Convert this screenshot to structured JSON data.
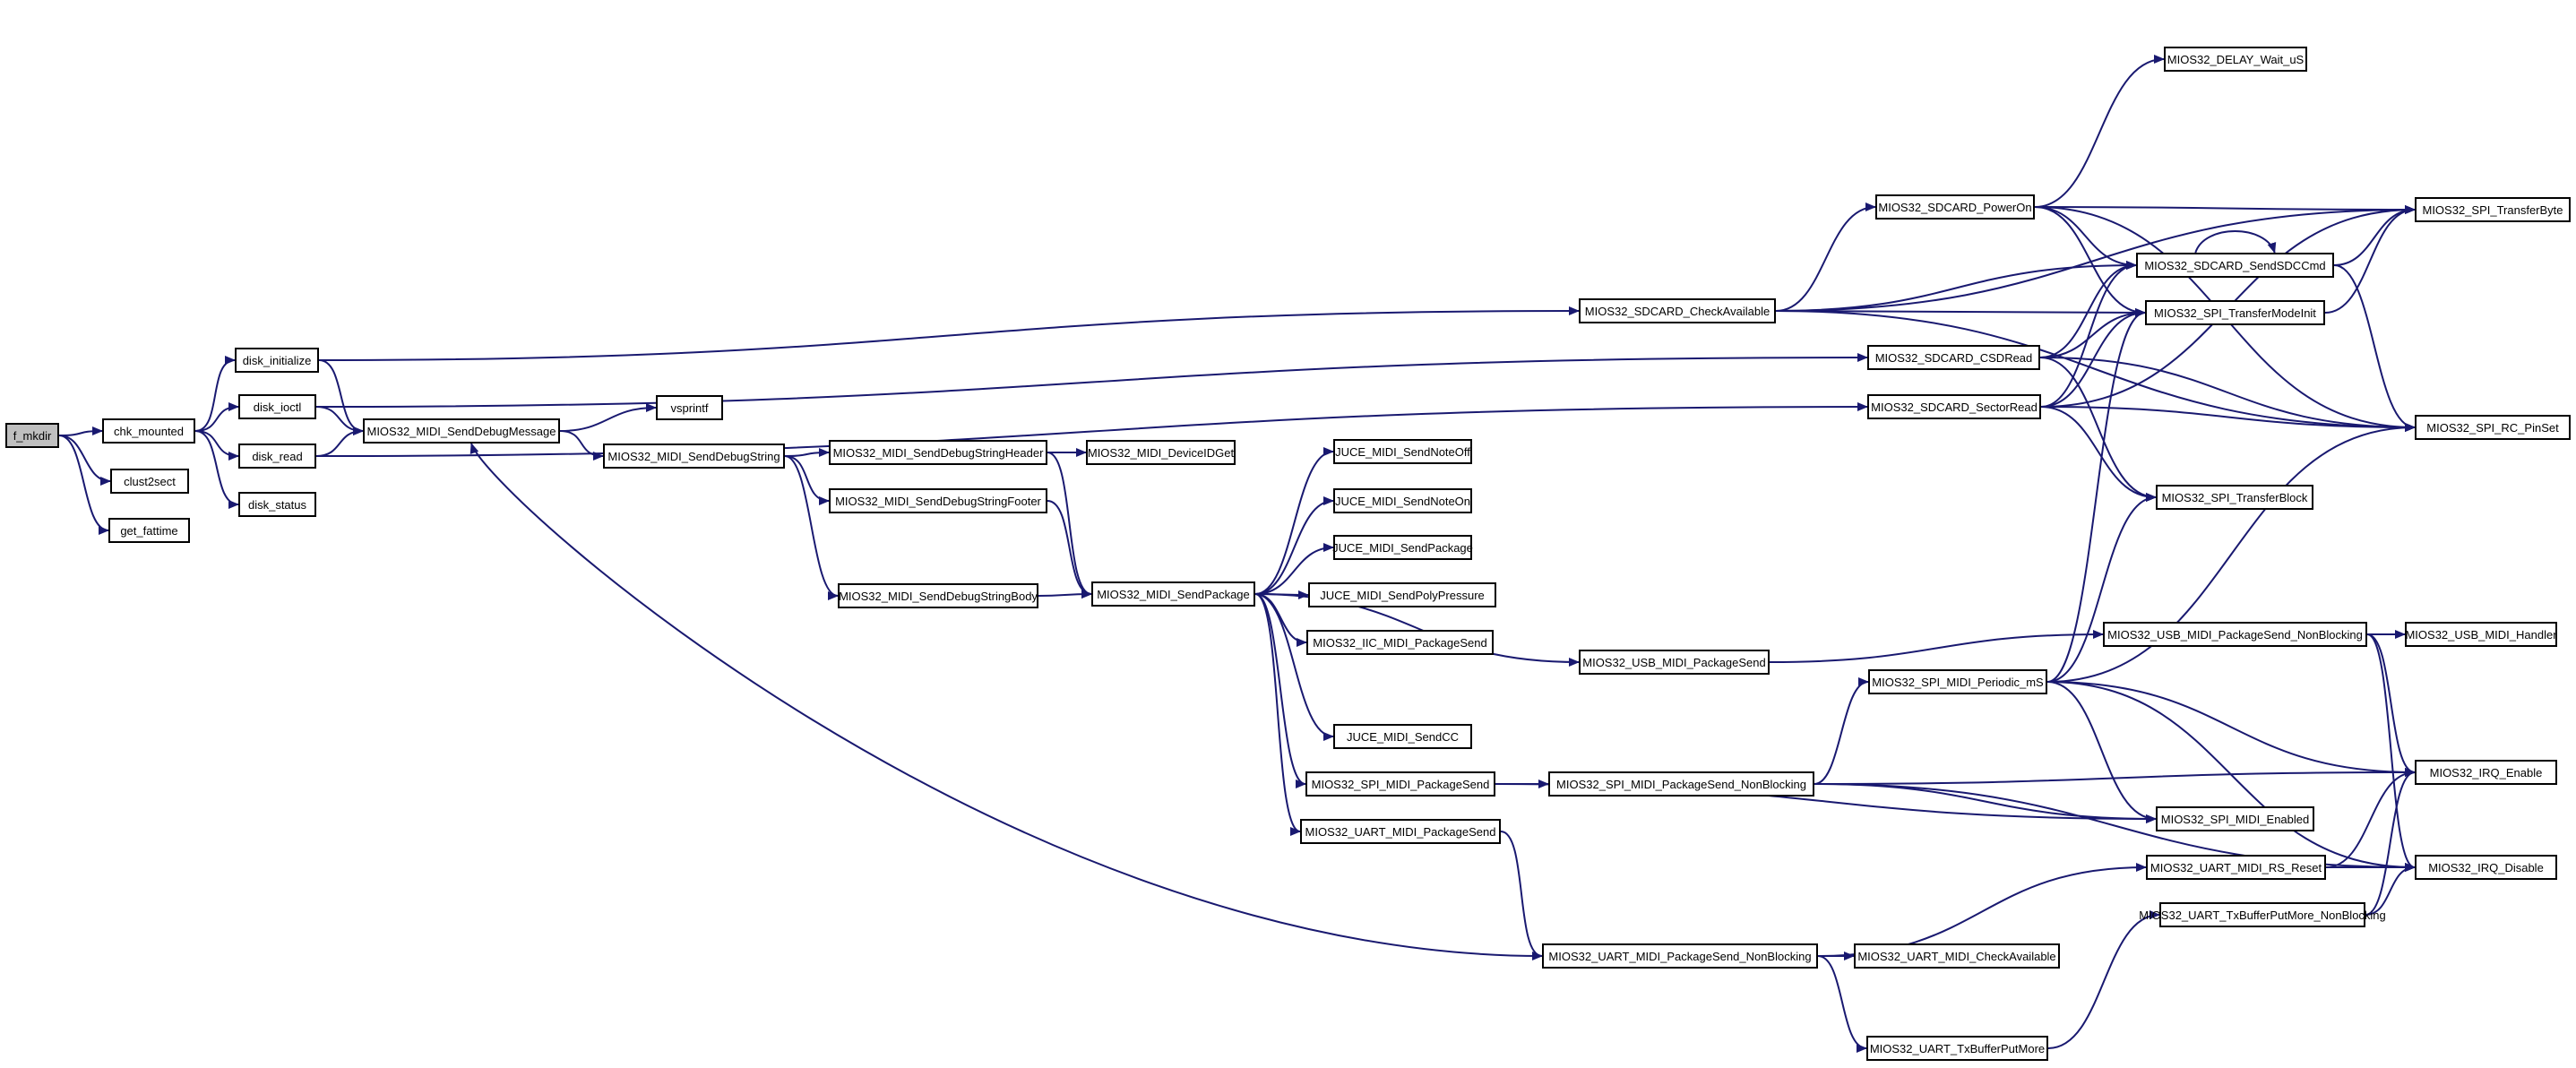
{
  "graph": {
    "nodes": [
      {
        "id": "f_mkdir",
        "label": "f_mkdir",
        "root": true
      },
      {
        "id": "chk_mounted",
        "label": "chk_mounted"
      },
      {
        "id": "clust2sect",
        "label": "clust2sect"
      },
      {
        "id": "get_fattime",
        "label": "get_fattime"
      },
      {
        "id": "disk_initialize",
        "label": "disk_initialize"
      },
      {
        "id": "disk_ioctl",
        "label": "disk_ioctl"
      },
      {
        "id": "disk_read",
        "label": "disk_read"
      },
      {
        "id": "disk_status",
        "label": "disk_status"
      },
      {
        "id": "MIOS32_MIDI_SendDebugMessage",
        "label": "MIOS32_MIDI_SendDebugMessage"
      },
      {
        "id": "vsprintf",
        "label": "vsprintf"
      },
      {
        "id": "MIOS32_MIDI_SendDebugString",
        "label": "MIOS32_MIDI_SendDebugString"
      },
      {
        "id": "MIOS32_MIDI_SendDebugStringHeader",
        "label": "MIOS32_MIDI_SendDebugStringHeader"
      },
      {
        "id": "MIOS32_MIDI_SendDebugStringFooter",
        "label": "MIOS32_MIDI_SendDebugStringFooter"
      },
      {
        "id": "MIOS32_MIDI_SendDebugStringBody",
        "label": "MIOS32_MIDI_SendDebugStringBody"
      },
      {
        "id": "MIOS32_MIDI_DeviceIDGet",
        "label": "MIOS32_MIDI_DeviceIDGet"
      },
      {
        "id": "MIOS32_MIDI_SendPackage",
        "label": "MIOS32_MIDI_SendPackage"
      },
      {
        "id": "JUCE_MIDI_SendNoteOff",
        "label": "JUCE_MIDI_SendNoteOff"
      },
      {
        "id": "JUCE_MIDI_SendNoteOn",
        "label": "JUCE_MIDI_SendNoteOn"
      },
      {
        "id": "JUCE_MIDI_SendPackage",
        "label": "JUCE_MIDI_SendPackage"
      },
      {
        "id": "JUCE_MIDI_SendPolyPressure",
        "label": "JUCE_MIDI_SendPolyPressure"
      },
      {
        "id": "MIOS32_IIC_MIDI_PackageSend",
        "label": "MIOS32_IIC_MIDI_PackageSend"
      },
      {
        "id": "JUCE_MIDI_SendCC",
        "label": "JUCE_MIDI_SendCC"
      },
      {
        "id": "MIOS32_SPI_MIDI_PackageSend",
        "label": "MIOS32_SPI_MIDI_PackageSend"
      },
      {
        "id": "MIOS32_UART_MIDI_PackageSend",
        "label": "MIOS32_UART_MIDI_PackageSend"
      },
      {
        "id": "MIOS32_USB_MIDI_PackageSend",
        "label": "MIOS32_USB_MIDI_PackageSend"
      },
      {
        "id": "MIOS32_SDCARD_CheckAvailable",
        "label": "MIOS32_SDCARD_CheckAvailable"
      },
      {
        "id": "MIOS32_SDCARD_CSDRead",
        "label": "MIOS32_SDCARD_CSDRead"
      },
      {
        "id": "MIOS32_SDCARD_SectorRead",
        "label": "MIOS32_SDCARD_SectorRead"
      },
      {
        "id": "MIOS32_SDCARD_PowerOn",
        "label": "MIOS32_SDCARD_PowerOn"
      },
      {
        "id": "MIOS32_DELAY_Wait_uS",
        "label": "MIOS32_DELAY_Wait_uS"
      },
      {
        "id": "MIOS32_SDCARD_SendSDCCmd",
        "label": "MIOS32_SDCARD_SendSDCCmd"
      },
      {
        "id": "MIOS32_SPI_TransferModeInit",
        "label": "MIOS32_SPI_TransferModeInit"
      },
      {
        "id": "MIOS32_SPI_TransferBlock",
        "label": "MIOS32_SPI_TransferBlock"
      },
      {
        "id": "MIOS32_SPI_TransferByte",
        "label": "MIOS32_SPI_TransferByte"
      },
      {
        "id": "MIOS32_SPI_RC_PinSet",
        "label": "MIOS32_SPI_RC_PinSet"
      },
      {
        "id": "MIOS32_USB_MIDI_PackageSend_NonBlocking",
        "label": "MIOS32_USB_MIDI_PackageSend_NonBlocking"
      },
      {
        "id": "MIOS32_USB_MIDI_Handler",
        "label": "MIOS32_USB_MIDI_Handler"
      },
      {
        "id": "MIOS32_SPI_MIDI_Periodic_mS",
        "label": "MIOS32_SPI_MIDI_Periodic_mS"
      },
      {
        "id": "MIOS32_SPI_MIDI_PackageSend_NonBlocking",
        "label": "MIOS32_SPI_MIDI_PackageSend_NonBlocking"
      },
      {
        "id": "MIOS32_SPI_MIDI_Enabled",
        "label": "MIOS32_SPI_MIDI_Enabled"
      },
      {
        "id": "MIOS32_IRQ_Enable",
        "label": "MIOS32_IRQ_Enable"
      },
      {
        "id": "MIOS32_IRQ_Disable",
        "label": "MIOS32_IRQ_Disable"
      },
      {
        "id": "MIOS32_UART_MIDI_RS_Reset",
        "label": "MIOS32_UART_MIDI_RS_Reset"
      },
      {
        "id": "MIOS32_UART_TxBufferPutMore_NonBlocking",
        "label": "MIOS32_UART_TxBufferPutMore_NonBlocking"
      },
      {
        "id": "MIOS32_UART_MIDI_PackageSend_NonBlocking",
        "label": "MIOS32_UART_MIDI_PackageSend_NonBlocking"
      },
      {
        "id": "MIOS32_UART_MIDI_CheckAvailable",
        "label": "MIOS32_UART_MIDI_CheckAvailable"
      },
      {
        "id": "MIOS32_UART_TxBufferPutMore",
        "label": "MIOS32_UART_TxBufferPutMore"
      }
    ],
    "edges": [
      [
        "f_mkdir",
        "chk_mounted"
      ],
      [
        "f_mkdir",
        "clust2sect"
      ],
      [
        "f_mkdir",
        "get_fattime"
      ],
      [
        "chk_mounted",
        "disk_initialize"
      ],
      [
        "chk_mounted",
        "disk_ioctl"
      ],
      [
        "chk_mounted",
        "disk_read"
      ],
      [
        "chk_mounted",
        "disk_status"
      ],
      [
        "disk_initialize",
        "MIOS32_MIDI_SendDebugMessage"
      ],
      [
        "disk_initialize",
        "MIOS32_SDCARD_CheckAvailable"
      ],
      [
        "disk_ioctl",
        "MIOS32_MIDI_SendDebugMessage"
      ],
      [
        "disk_ioctl",
        "MIOS32_SDCARD_CSDRead"
      ],
      [
        "disk_read",
        "MIOS32_MIDI_SendDebugMessage"
      ],
      [
        "disk_read",
        "MIOS32_SDCARD_SectorRead"
      ],
      [
        "MIOS32_MIDI_SendDebugMessage",
        "vsprintf"
      ],
      [
        "MIOS32_MIDI_SendDebugMessage",
        "MIOS32_MIDI_SendDebugString"
      ],
      [
        "MIOS32_MIDI_SendDebugString",
        "MIOS32_MIDI_SendDebugStringHeader"
      ],
      [
        "MIOS32_MIDI_SendDebugString",
        "MIOS32_MIDI_SendDebugStringFooter"
      ],
      [
        "MIOS32_MIDI_SendDebugString",
        "MIOS32_MIDI_SendDebugStringBody"
      ],
      [
        "MIOS32_MIDI_SendDebugStringHeader",
        "MIOS32_MIDI_DeviceIDGet"
      ],
      [
        "MIOS32_MIDI_SendDebugStringHeader",
        "MIOS32_MIDI_SendPackage"
      ],
      [
        "MIOS32_MIDI_SendDebugStringFooter",
        "MIOS32_MIDI_SendPackage"
      ],
      [
        "MIOS32_MIDI_SendDebugStringBody",
        "MIOS32_MIDI_SendPackage"
      ],
      [
        "MIOS32_MIDI_SendPackage",
        "JUCE_MIDI_SendNoteOff"
      ],
      [
        "MIOS32_MIDI_SendPackage",
        "JUCE_MIDI_SendNoteOn"
      ],
      [
        "MIOS32_MIDI_SendPackage",
        "JUCE_MIDI_SendPackage"
      ],
      [
        "MIOS32_MIDI_SendPackage",
        "JUCE_MIDI_SendPolyPressure"
      ],
      [
        "MIOS32_MIDI_SendPackage",
        "MIOS32_IIC_MIDI_PackageSend"
      ],
      [
        "MIOS32_MIDI_SendPackage",
        "MIOS32_USB_MIDI_PackageSend"
      ],
      [
        "MIOS32_MIDI_SendPackage",
        "JUCE_MIDI_SendCC"
      ],
      [
        "MIOS32_MIDI_SendPackage",
        "MIOS32_SPI_MIDI_PackageSend"
      ],
      [
        "MIOS32_MIDI_SendPackage",
        "MIOS32_UART_MIDI_PackageSend"
      ],
      [
        "MIOS32_SDCARD_CheckAvailable",
        "MIOS32_SDCARD_PowerOn"
      ],
      [
        "MIOS32_SDCARD_CheckAvailable",
        "MIOS32_SDCARD_SendSDCCmd"
      ],
      [
        "MIOS32_SDCARD_CheckAvailable",
        "MIOS32_SPI_TransferModeInit"
      ],
      [
        "MIOS32_SDCARD_CheckAvailable",
        "MIOS32_SPI_TransferByte"
      ],
      [
        "MIOS32_SDCARD_CheckAvailable",
        "MIOS32_SPI_RC_PinSet"
      ],
      [
        "MIOS32_SDCARD_PowerOn",
        "MIOS32_DELAY_Wait_uS"
      ],
      [
        "MIOS32_SDCARD_PowerOn",
        "MIOS32_SPI_TransferByte"
      ],
      [
        "MIOS32_SDCARD_PowerOn",
        "MIOS32_SDCARD_SendSDCCmd"
      ],
      [
        "MIOS32_SDCARD_PowerOn",
        "MIOS32_SPI_TransferModeInit"
      ],
      [
        "MIOS32_SDCARD_PowerOn",
        "MIOS32_SPI_RC_PinSet"
      ],
      [
        "MIOS32_SDCARD_SendSDCCmd",
        "MIOS32_SDCARD_SendSDCCmd"
      ],
      [
        "MIOS32_SDCARD_SendSDCCmd",
        "MIOS32_SPI_TransferByte"
      ],
      [
        "MIOS32_SDCARD_SendSDCCmd",
        "MIOS32_SPI_RC_PinSet"
      ],
      [
        "MIOS32_SPI_TransferModeInit",
        "MIOS32_SPI_TransferByte"
      ],
      [
        "MIOS32_SDCARD_CSDRead",
        "MIOS32_SDCARD_SendSDCCmd"
      ],
      [
        "MIOS32_SDCARD_CSDRead",
        "MIOS32_SPI_TransferModeInit"
      ],
      [
        "MIOS32_SDCARD_CSDRead",
        "MIOS32_SPI_TransferBlock"
      ],
      [
        "MIOS32_SDCARD_CSDRead",
        "MIOS32_SPI_RC_PinSet"
      ],
      [
        "MIOS32_SDCARD_SectorRead",
        "MIOS32_SDCARD_SendSDCCmd"
      ],
      [
        "MIOS32_SDCARD_SectorRead",
        "MIOS32_SPI_TransferModeInit"
      ],
      [
        "MIOS32_SDCARD_SectorRead",
        "MIOS32_SPI_TransferBlock"
      ],
      [
        "MIOS32_SDCARD_SectorRead",
        "MIOS32_SPI_TransferByte"
      ],
      [
        "MIOS32_SDCARD_SectorRead",
        "MIOS32_SPI_RC_PinSet"
      ],
      [
        "MIOS32_USB_MIDI_PackageSend",
        "MIOS32_USB_MIDI_PackageSend_NonBlocking"
      ],
      [
        "MIOS32_USB_MIDI_PackageSend_NonBlocking",
        "MIOS32_USB_MIDI_Handler"
      ],
      [
        "MIOS32_USB_MIDI_PackageSend_NonBlocking",
        "MIOS32_IRQ_Enable"
      ],
      [
        "MIOS32_USB_MIDI_PackageSend_NonBlocking",
        "MIOS32_IRQ_Disable"
      ],
      [
        "MIOS32_SPI_MIDI_Periodic_mS",
        "MIOS32_SPI_TransferModeInit"
      ],
      [
        "MIOS32_SPI_MIDI_Periodic_mS",
        "MIOS32_SPI_TransferBlock"
      ],
      [
        "MIOS32_SPI_MIDI_Periodic_mS",
        "MIOS32_SPI_RC_PinSet"
      ],
      [
        "MIOS32_SPI_MIDI_Periodic_mS",
        "MIOS32_IRQ_Enable"
      ],
      [
        "MIOS32_SPI_MIDI_Periodic_mS",
        "MIOS32_SPI_MIDI_Enabled"
      ],
      [
        "MIOS32_SPI_MIDI_Periodic_mS",
        "MIOS32_IRQ_Disable"
      ],
      [
        "MIOS32_SPI_MIDI_PackageSend",
        "MIOS32_SPI_MIDI_PackageSend_NonBlocking"
      ],
      [
        "MIOS32_SPI_MIDI_PackageSend",
        "MIOS32_SPI_MIDI_Enabled"
      ],
      [
        "MIOS32_SPI_MIDI_PackageSend_NonBlocking",
        "MIOS32_SPI_MIDI_Periodic_mS"
      ],
      [
        "MIOS32_SPI_MIDI_PackageSend_NonBlocking",
        "MIOS32_IRQ_Enable"
      ],
      [
        "MIOS32_SPI_MIDI_PackageSend_NonBlocking",
        "MIOS32_SPI_MIDI_Enabled"
      ],
      [
        "MIOS32_SPI_MIDI_PackageSend_NonBlocking",
        "MIOS32_IRQ_Disable"
      ],
      [
        "MIOS32_UART_MIDI_PackageSend",
        "MIOS32_UART_MIDI_PackageSend_NonBlocking"
      ],
      [
        "MIOS32_UART_MIDI_PackageSend_NonBlocking",
        "MIOS32_MIDI_SendDebugMessage"
      ],
      [
        "MIOS32_UART_MIDI_PackageSend_NonBlocking",
        "MIOS32_UART_MIDI_CheckAvailable"
      ],
      [
        "MIOS32_UART_MIDI_PackageSend_NonBlocking",
        "MIOS32_UART_MIDI_RS_Reset"
      ],
      [
        "MIOS32_UART_MIDI_PackageSend_NonBlocking",
        "MIOS32_UART_TxBufferPutMore"
      ],
      [
        "MIOS32_UART_MIDI_RS_Reset",
        "MIOS32_IRQ_Enable"
      ],
      [
        "MIOS32_UART_MIDI_RS_Reset",
        "MIOS32_IRQ_Disable"
      ],
      [
        "MIOS32_UART_TxBufferPutMore",
        "MIOS32_UART_TxBufferPutMore_NonBlocking"
      ],
      [
        "MIOS32_UART_TxBufferPutMore_NonBlocking",
        "MIOS32_IRQ_Enable"
      ],
      [
        "MIOS32_UART_TxBufferPutMore_NonBlocking",
        "MIOS32_IRQ_Disable"
      ]
    ]
  }
}
